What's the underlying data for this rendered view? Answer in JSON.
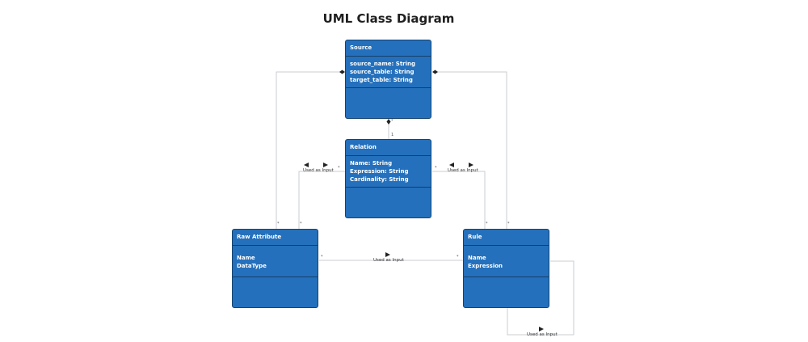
{
  "diagram": {
    "title": "UML Class Diagram",
    "classes": {
      "source": {
        "name": "Source",
        "attributes": [
          "source_name: String",
          "source_table: String",
          "target_table: String"
        ]
      },
      "relation": {
        "name": "Relation",
        "attributes": [
          "Name: String",
          "Expression: String",
          "Cardinality: String"
        ]
      },
      "raw_attribute": {
        "name": "Raw Attribute",
        "attributes": [
          "Name",
          "DataType"
        ]
      },
      "rule": {
        "name": "Rule",
        "attributes": [
          "Name",
          "Expression"
        ]
      }
    },
    "associations": {
      "relation_raw_label": "Used as Input",
      "relation_rule_label": "Used as Input",
      "raw_rule_label": "Used as Input",
      "rule_self_label": "Used as Input"
    },
    "multiplicities": {
      "star": "*",
      "one": "1"
    },
    "colors": {
      "class_fill": "#2470bc",
      "class_border": "#16436f",
      "connector": "#c8ccd2"
    }
  }
}
